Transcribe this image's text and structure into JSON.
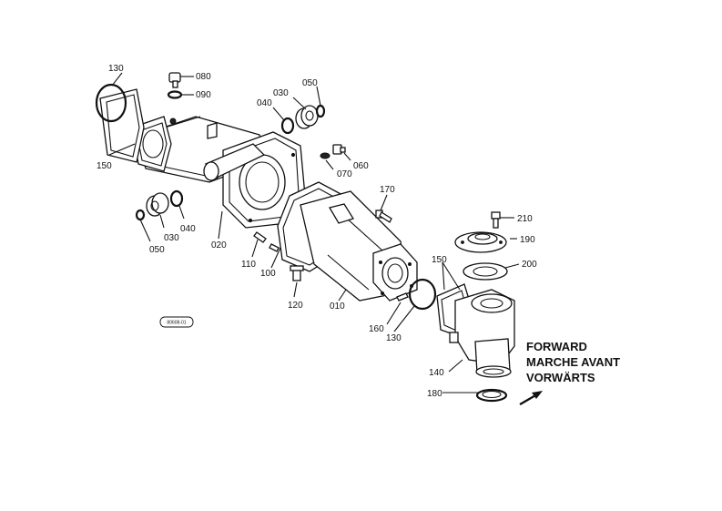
{
  "parts": {
    "p130_top": "130",
    "p080": "080",
    "p090": "090",
    "p050_top": "050",
    "p030_top": "030",
    "p040_top": "040",
    "p150_left": "150",
    "p070": "070",
    "p060": "060",
    "p170": "170",
    "p210": "210",
    "p190": "190",
    "p200": "200",
    "p040_low": "040",
    "p030_low": "030",
    "p050_low": "050",
    "p020": "020",
    "p110": "110",
    "p100": "100",
    "p120": "120",
    "p010": "010",
    "p150_right": "150",
    "p160": "160",
    "p130_low": "130",
    "p140": "140",
    "p180": "180"
  },
  "reference_code": "80608-01",
  "direction_labels": {
    "en": "FORWARD",
    "fr": "MARCHE AVANT",
    "de": "VORWÄRTS"
  },
  "icons": {
    "direction_arrow": "arrow-forward-icon"
  }
}
